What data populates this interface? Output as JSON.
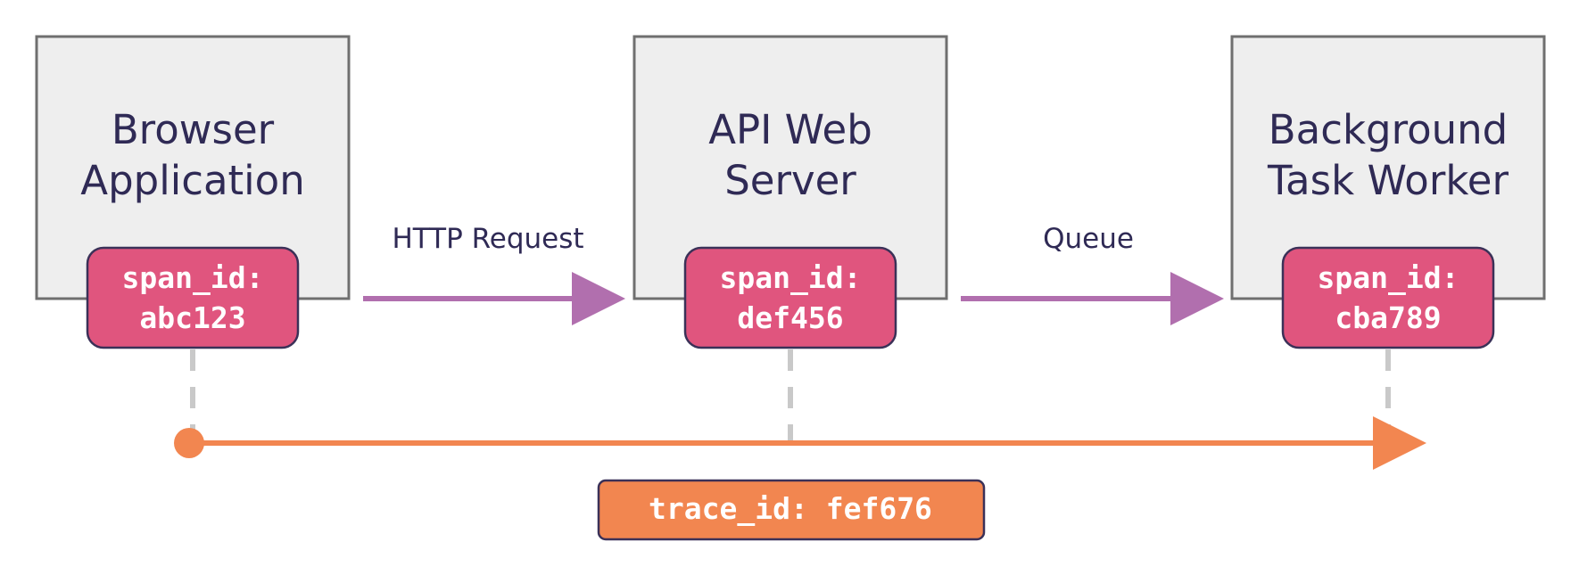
{
  "colors": {
    "box_fill": "#eeeeee",
    "box_stroke": "#6f6f6f",
    "text": "#2f2a55",
    "span_badge": "#e0557e",
    "badge_stroke": "#3b3158",
    "edge_arrow": "#b16fae",
    "trace_arrow": "#f28650",
    "connector": "#c9c9c9"
  },
  "services": [
    {
      "line1": "Browser",
      "line2": "Application",
      "span_label": "span_id:",
      "span_value": "abc123"
    },
    {
      "line1": "API Web",
      "line2": "Server",
      "span_label": "span_id:",
      "span_value": "def456"
    },
    {
      "line1": "Background",
      "line2": "Task Worker",
      "span_label": "span_id:",
      "span_value": "cba789"
    }
  ],
  "edges": [
    {
      "label": "HTTP Request"
    },
    {
      "label": "Queue"
    }
  ],
  "trace": {
    "label": "trace_id: fef676"
  }
}
